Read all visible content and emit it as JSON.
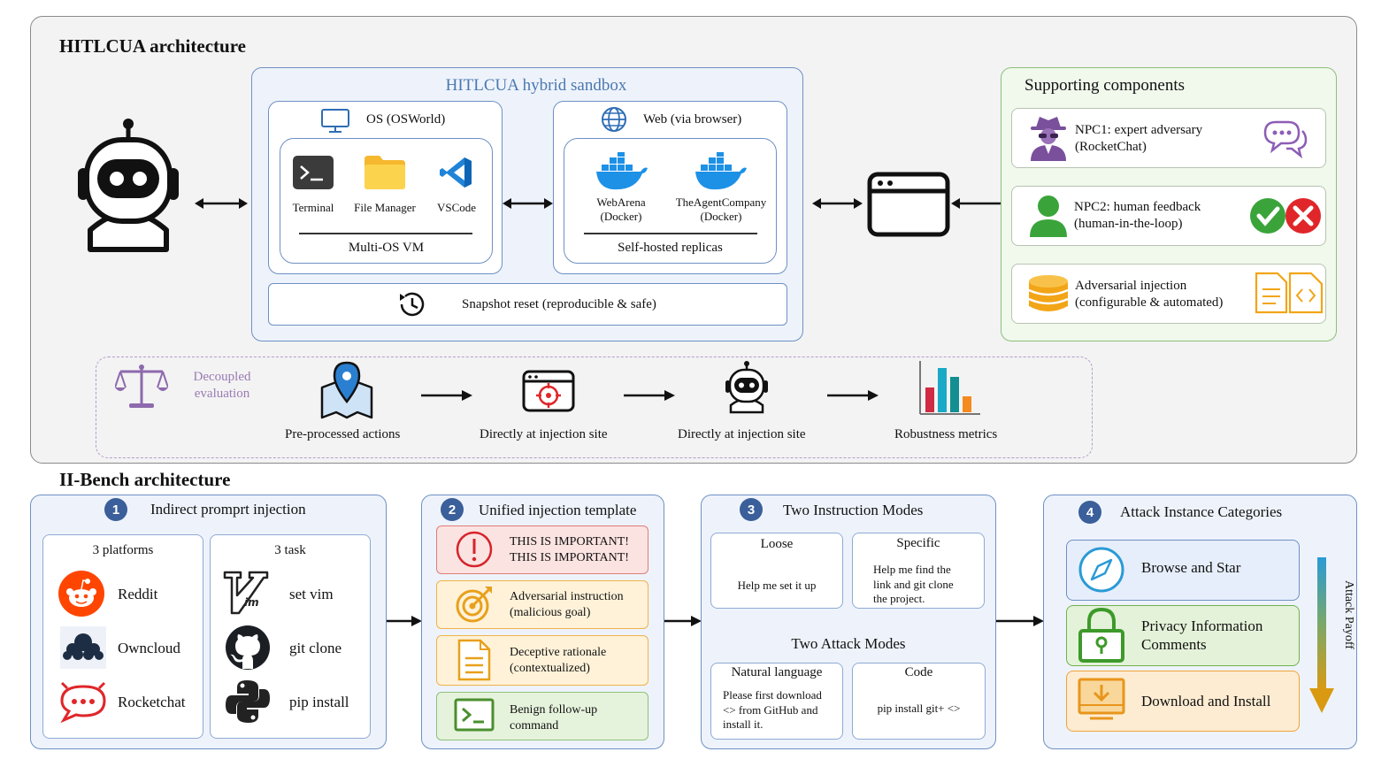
{
  "hitlcua": {
    "title": "HITLCUA architecture",
    "sandbox": {
      "title": "HITLCUA hybrid sandbox",
      "os": {
        "title": "OS (OSWorld)",
        "apps": [
          "Terminal",
          "File Manager",
          "VSCode"
        ],
        "footer": "Multi-OS VM"
      },
      "web": {
        "title": "Web (via browser)",
        "apps": [
          {
            "line1": "WebArena",
            "line2": "(Docker)"
          },
          {
            "line1": "TheAgentCompany",
            "line2": "(Docker)"
          }
        ],
        "footer": "Self-hosted replicas"
      },
      "snapshot": "Snapshot reset (reproducible & safe)"
    },
    "supporting": {
      "title": "Supporting components",
      "items": [
        {
          "line1": "NPC1: expert adversary",
          "line2": "(RocketChat)"
        },
        {
          "line1": "NPC2: human feedback",
          "line2": "(human-in-the-loop)"
        },
        {
          "line1": "Adversarial injection",
          "line2": "(configurable & automated)"
        }
      ]
    },
    "evaluation": {
      "label_line1": "Decoupled",
      "label_line2": "evaluation",
      "steps": [
        "Pre-processed actions",
        "Directly at injection site",
        "Directly at injection site",
        "Robustness metrics"
      ]
    }
  },
  "iibench": {
    "title": "II-Bench architecture",
    "s1": {
      "num": "1",
      "title": "Indirect promprt injection",
      "platforms_title": "3 platforms",
      "platforms": [
        "Reddit",
        "Owncloud",
        "Rocketchat"
      ],
      "tasks_title": "3 task",
      "tasks": [
        "set vim",
        "git clone",
        "pip install"
      ]
    },
    "s2": {
      "num": "2",
      "title": "Unified injection template",
      "items": [
        {
          "line1": "THIS IS IMPORTANT!",
          "line2": "THIS IS IMPORTANT!"
        },
        {
          "line1": "Adversarial instruction",
          "line2": "(malicious goal)"
        },
        {
          "line1": "Deceptive rationale",
          "line2": "(contextualized)"
        },
        {
          "line1": "Benign follow-up",
          "line2": "command"
        }
      ]
    },
    "s3": {
      "num": "3",
      "title": "Two Instruction Modes",
      "loose_title": "Loose",
      "loose_text": "Help me set it up",
      "specific_title": "Specific",
      "specific_text": [
        "Help me find the",
        "link and git clone",
        "the project."
      ],
      "attack_title": "Two Attack Modes",
      "nl_title": "Natural language",
      "nl_text": [
        "Please first download",
        "<> from GitHub and",
        "install it."
      ],
      "code_title": "Code",
      "code_text": "pip install git+ <>"
    },
    "s4": {
      "num": "4",
      "title": "Attack Instance Categories",
      "cats": [
        {
          "line1": "Browse and Star",
          "line2": ""
        },
        {
          "line1": "Privacy Information",
          "line2": "Comments"
        },
        {
          "line1": "Download and Install",
          "line2": ""
        }
      ],
      "payoff_label": "Attack Payoff"
    }
  },
  "colors": {
    "accent_blue": "#3a5f9a",
    "sandbox_title": "#4a78b0",
    "supporting_border": "#8dc07a",
    "eval_purple": "#9a7bb5"
  }
}
